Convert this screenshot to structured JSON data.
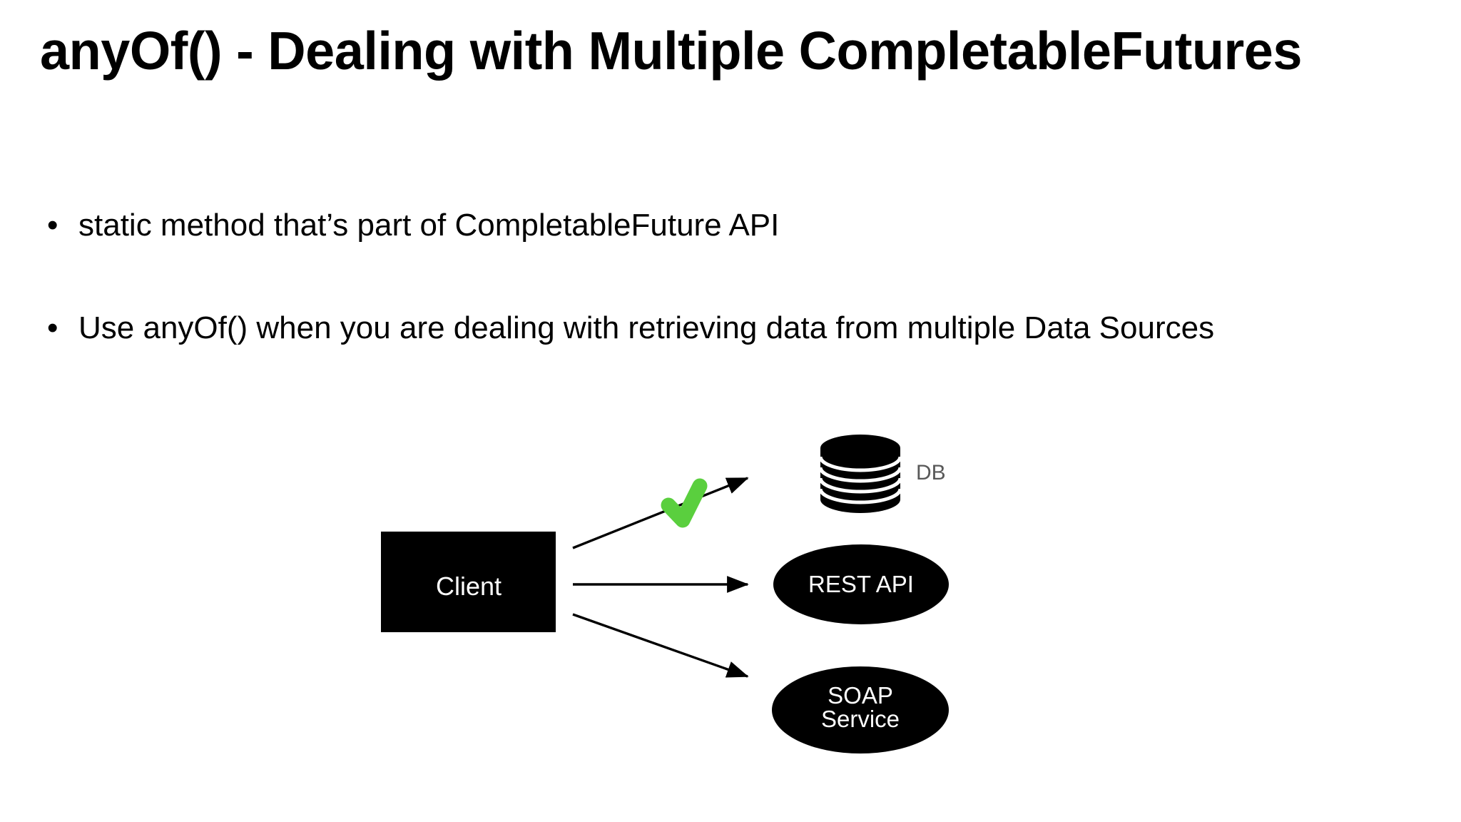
{
  "slide": {
    "background_color": "#ffffff",
    "title": "anyOf() - Dealing with Multiple CompletableFutures"
  },
  "content": {
    "bullet_marker": "•",
    "bullets": [
      {
        "marker": "•",
        "text": "static method that’s part of CompletableFuture API"
      },
      {
        "marker": "•",
        "text": "Use anyOf() when you are dealing with retrieving data from multiple Data Sources"
      }
    ]
  },
  "diagram": {
    "type": "architecture-flow",
    "colors": {
      "node_fill": "#000000",
      "node_text": "#ffffff",
      "arrow": "#000000",
      "check_green": "#5ACF3E",
      "db_caption": "#595959"
    },
    "nodes": [
      {
        "id": "client",
        "shape": "rectangle",
        "label": "Client",
        "icon": "client-box-icon"
      },
      {
        "id": "db",
        "shape": "cylinder",
        "label": "",
        "caption": "DB",
        "icon": "database-icon"
      },
      {
        "id": "rest-api",
        "shape": "ellipse",
        "label": "REST API",
        "icon": "rest-api-icon"
      },
      {
        "id": "soap-service",
        "shape": "ellipse",
        "label_line1": "SOAP",
        "label_line2": "Service",
        "icon": "soap-service-icon"
      }
    ],
    "edges": [
      {
        "from": "client",
        "to": "db",
        "marker": "check",
        "status": "selected"
      },
      {
        "from": "client",
        "to": "rest-api",
        "marker": "none",
        "status": "normal"
      },
      {
        "from": "client",
        "to": "soap-service",
        "marker": "none",
        "status": "normal"
      }
    ],
    "annotations": [
      {
        "id": "winner-check",
        "icon": "check-mark-icon",
        "color": "#5ACF3E",
        "on_edge": "client-to-db"
      }
    ]
  }
}
